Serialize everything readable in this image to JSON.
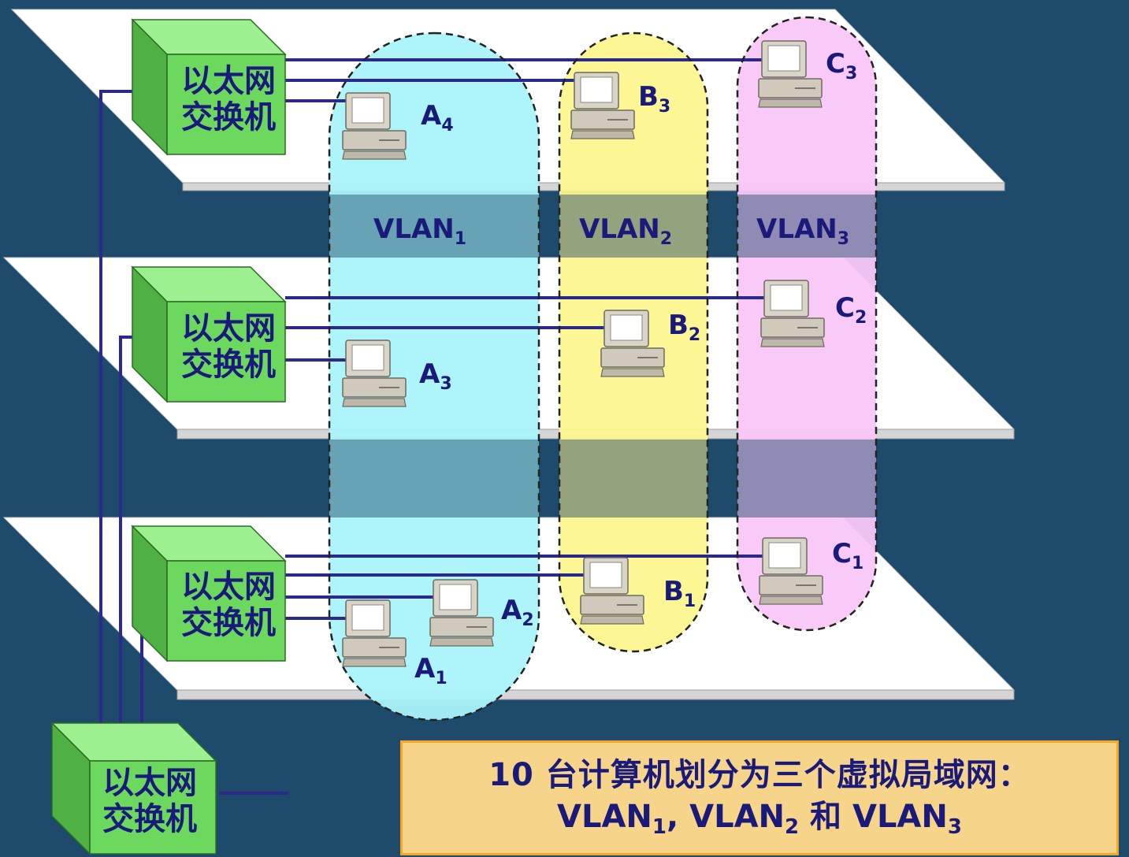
{
  "switch_label": {
    "line1": "以太网",
    "line2": "交换机"
  },
  "vlans": [
    {
      "name": "VLAN",
      "sub": "1",
      "fill": "#aaf3fb"
    },
    {
      "name": "VLAN",
      "sub": "2",
      "fill": "#fdf58e"
    },
    {
      "name": "VLAN",
      "sub": "3",
      "fill": "#f9c7f8"
    }
  ],
  "computers": [
    {
      "letter": "A",
      "sub": "4"
    },
    {
      "letter": "B",
      "sub": "3"
    },
    {
      "letter": "C",
      "sub": "3"
    },
    {
      "letter": "A",
      "sub": "3"
    },
    {
      "letter": "B",
      "sub": "2"
    },
    {
      "letter": "C",
      "sub": "2"
    },
    {
      "letter": "A",
      "sub": "1"
    },
    {
      "letter": "A",
      "sub": "2"
    },
    {
      "letter": "B",
      "sub": "1"
    },
    {
      "letter": "C",
      "sub": "1"
    }
  ],
  "caption": {
    "line1": "10 台计算机划分为三个虚拟局域网：",
    "line2": [
      {
        "name": "VLAN",
        "sub": "1",
        "sep": ", "
      },
      {
        "name": "VLAN",
        "sub": "2",
        "sep": " 和 "
      },
      {
        "name": "VLAN",
        "sub": "3",
        "sep": ""
      }
    ]
  },
  "colors": {
    "background": "#1e4a6b",
    "switch_green": "#6cd95e",
    "wire": "#2b2a8c",
    "caption_bg": "#f6d489",
    "caption_border": "#f4a624",
    "label_text": "#1a1a7a"
  }
}
